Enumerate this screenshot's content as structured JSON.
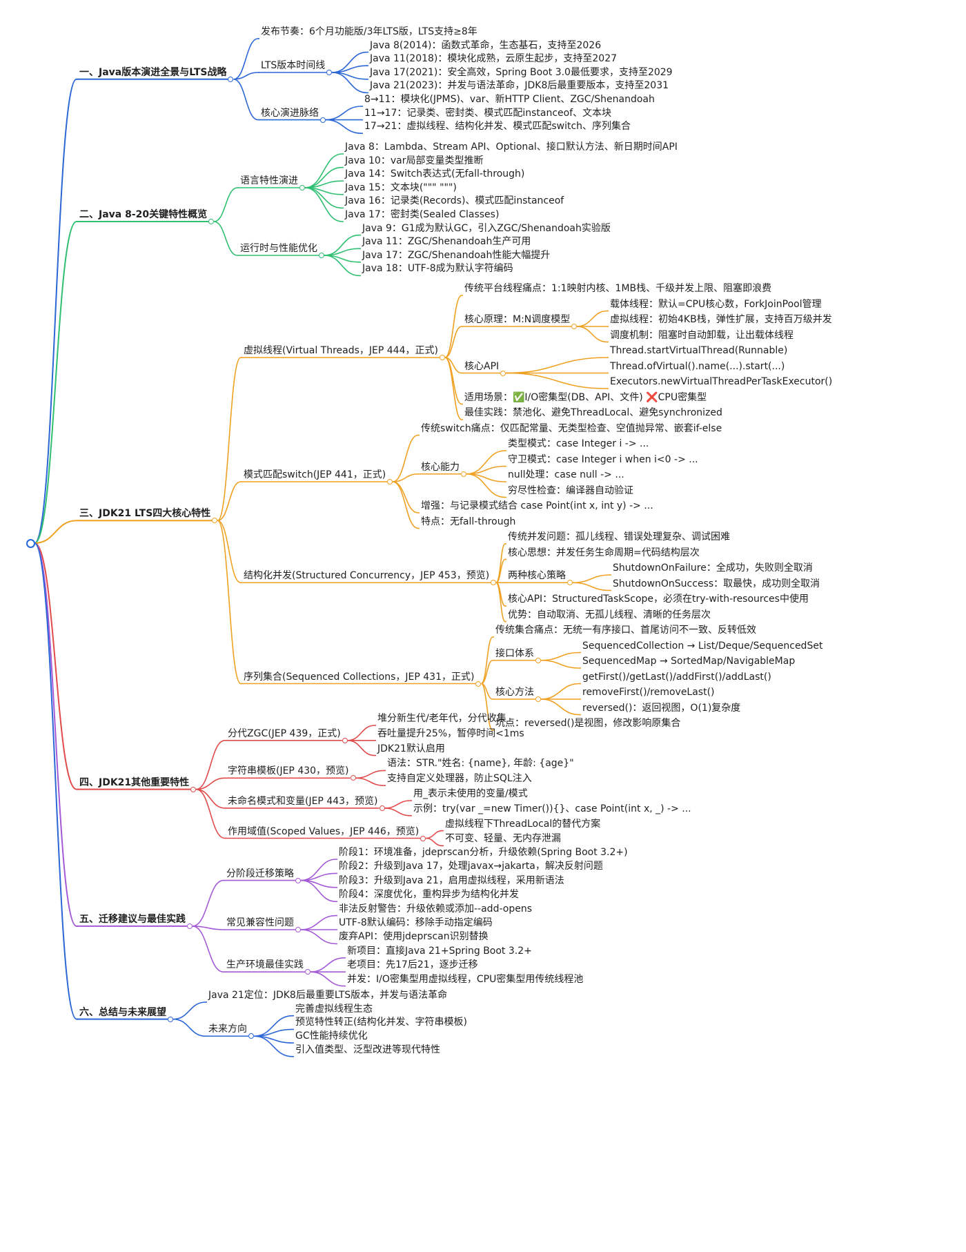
{
  "colors": {
    "blue": "#2b66d6",
    "green": "#2fbf71",
    "orange": "#f0a020",
    "red": "#e04a4a",
    "purple": "#a45ad6"
  },
  "branches": [
    {
      "label": "一、Java版本演进全景与LTS战略",
      "color": "blue",
      "children": [
        {
          "label": "发布节奏：6个月功能版/3年LTS版，LTS支持≥8年"
        },
        {
          "label": "LTS版本时间线",
          "children": [
            {
              "label": "Java 8(2014)：函数式革命，生态基石，支持至2026"
            },
            {
              "label": "Java 11(2018)：模块化成熟，云原生起步，支持至2027"
            },
            {
              "label": "Java 17(2021)：安全高效，Spring Boot 3.0最低要求，支持至2029"
            },
            {
              "label": "Java 21(2023)：并发与语法革命，JDK8后最重要版本，支持至2031"
            }
          ]
        },
        {
          "label": "核心演进脉络",
          "children": [
            {
              "label": "8→11：模块化(JPMS)、var、新HTTP Client、ZGC/Shenandoah"
            },
            {
              "label": "11→17：记录类、密封类、模式匹配instanceof、文本块"
            },
            {
              "label": "17→21：虚拟线程、结构化并发、模式匹配switch、序列集合"
            }
          ]
        }
      ]
    },
    {
      "label": "二、Java 8-20关键特性概览",
      "color": "green",
      "children": [
        {
          "label": "语言特性演进",
          "children": [
            {
              "label": "Java 8：Lambda、Stream API、Optional、接口默认方法、新日期时间API"
            },
            {
              "label": "Java 10：var局部变量类型推断"
            },
            {
              "label": "Java 14：Switch表达式(无fall-through)"
            },
            {
              "label": "Java 15：文本块(\"\"\" \"\"\")"
            },
            {
              "label": "Java 16：记录类(Records)、模式匹配instanceof"
            },
            {
              "label": "Java 17：密封类(Sealed Classes)"
            }
          ]
        },
        {
          "label": "运行时与性能优化",
          "children": [
            {
              "label": "Java 9：G1成为默认GC，引入ZGC/Shenandoah实验版"
            },
            {
              "label": "Java 11：ZGC/Shenandoah生产可用"
            },
            {
              "label": "Java 17：ZGC/Shenandoah性能大幅提升"
            },
            {
              "label": "Java 18：UTF-8成为默认字符编码"
            }
          ]
        }
      ]
    },
    {
      "label": "三、JDK21 LTS四大核心特性",
      "color": "orange",
      "children": [
        {
          "label": "虚拟线程(Virtual Threads，JEP 444，正式)",
          "children": [
            {
              "label": "传统平台线程痛点：1:1映射内核、1MB栈、千级并发上限、阻塞即浪费"
            },
            {
              "label": "核心原理：M:N调度模型",
              "children": [
                {
                  "label": "载体线程：默认=CPU核心数，ForkJoinPool管理"
                },
                {
                  "label": "虚拟线程：初始4KB栈，弹性扩展，支持百万级并发"
                },
                {
                  "label": "调度机制：阻塞时自动卸载，让出载体线程"
                }
              ]
            },
            {
              "label": "核心API",
              "children": [
                {
                  "label": "Thread.startVirtualThread(Runnable)"
                },
                {
                  "label": "Thread.ofVirtual().name(...).start(...)"
                },
                {
                  "label": "Executors.newVirtualThreadPerTaskExecutor()"
                }
              ]
            },
            {
              "label": "适用场景：✅I/O密集型(DB、API、文件) ❌CPU密集型"
            },
            {
              "label": "最佳实践：禁池化、避免ThreadLocal、避免synchronized"
            }
          ]
        },
        {
          "label": "模式匹配switch(JEP 441，正式)",
          "children": [
            {
              "label": "传统switch痛点：仅匹配常量、无类型检查、空值抛异常、嵌套if-else"
            },
            {
              "label": "核心能力",
              "children": [
                {
                  "label": "类型模式：case Integer i -> ..."
                },
                {
                  "label": "守卫模式：case Integer i when i<0 -> ..."
                },
                {
                  "label": "null处理：case null -> ..."
                },
                {
                  "label": "穷尽性检查：编译器自动验证"
                }
              ]
            },
            {
              "label": "增强：与记录模式结合 case Point(int x, int y) -> ..."
            },
            {
              "label": "特点：无fall-through"
            }
          ]
        },
        {
          "label": "结构化并发(Structured Concurrency，JEP 453，预览)",
          "children": [
            {
              "label": "传统并发问题：孤儿线程、错误处理复杂、调试困难"
            },
            {
              "label": "核心思想：并发任务生命周期=代码结构层次"
            },
            {
              "label": "两种核心策略",
              "children": [
                {
                  "label": "ShutdownOnFailure：全成功，失败则全取消"
                },
                {
                  "label": "ShutdownOnSuccess：取最快，成功则全取消"
                }
              ]
            },
            {
              "label": "核心API：StructuredTaskScope，必须在try-with-resources中使用"
            },
            {
              "label": "优势：自动取消、无孤儿线程、清晰的任务层次"
            }
          ]
        },
        {
          "label": "序列集合(Sequenced Collections，JEP 431，正式)",
          "children": [
            {
              "label": "传统集合痛点：无统一有序接口、首尾访问不一致、反转低效"
            },
            {
              "label": "接口体系",
              "children": [
                {
                  "label": "SequencedCollection → List/Deque/SequencedSet"
                },
                {
                  "label": "SequencedMap → SortedMap/NavigableMap"
                }
              ]
            },
            {
              "label": "核心方法",
              "children": [
                {
                  "label": "getFirst()/getLast()/addFirst()/addLast()"
                },
                {
                  "label": "removeFirst()/removeLast()"
                },
                {
                  "label": "reversed()：返回视图，O(1)复杂度"
                }
              ]
            },
            {
              "label": "坑点：reversed()是视图，修改影响原集合"
            }
          ]
        }
      ]
    },
    {
      "label": "四、JDK21其他重要特性",
      "color": "red",
      "children": [
        {
          "label": "分代ZGC(JEP 439，正式)",
          "children": [
            {
              "label": "堆分新生代/老年代，分代收集"
            },
            {
              "label": "吞吐量提升25%，暂停时间<1ms"
            },
            {
              "label": "JDK21默认启用"
            }
          ]
        },
        {
          "label": "字符串模板(JEP 430，预览)",
          "children": [
            {
              "label": "语法：STR.\"姓名: {name}, 年龄: {age}\""
            },
            {
              "label": "支持自定义处理器，防止SQL注入"
            }
          ]
        },
        {
          "label": "未命名模式和变量(JEP 443，预览)",
          "children": [
            {
              "label": "用_表示未使用的变量/模式"
            },
            {
              "label": "示例：try(var _=new Timer()){}、case Point(int x, _) -> ..."
            }
          ]
        },
        {
          "label": "作用域值(Scoped Values，JEP 446，预览)",
          "children": [
            {
              "label": "虚拟线程下ThreadLocal的替代方案"
            },
            {
              "label": "不可变、轻量、无内存泄漏"
            }
          ]
        }
      ]
    },
    {
      "label": "五、迁移建议与最佳实践",
      "color": "purple",
      "children": [
        {
          "label": "分阶段迁移策略",
          "children": [
            {
              "label": "阶段1：环境准备，jdeprscan分析，升级依赖(Spring Boot 3.2+)"
            },
            {
              "label": "阶段2：升级到Java 17，处理javax→jakarta，解决反射问题"
            },
            {
              "label": "阶段3：升级到Java 21，启用虚拟线程，采用新语法"
            },
            {
              "label": "阶段4：深度优化，重构异步为结构化并发"
            }
          ]
        },
        {
          "label": "常见兼容性问题",
          "children": [
            {
              "label": "非法反射警告：升级依赖或添加--add-opens"
            },
            {
              "label": "UTF-8默认编码：移除手动指定编码"
            },
            {
              "label": "废弃API：使用jdeprscan识别替换"
            }
          ]
        },
        {
          "label": "生产环境最佳实践",
          "children": [
            {
              "label": "新项目：直接Java 21+Spring Boot 3.2+"
            },
            {
              "label": "老项目：先17后21，逐步迁移"
            },
            {
              "label": "并发：I/O密集型用虚拟线程，CPU密集型用传统线程池"
            }
          ]
        }
      ]
    },
    {
      "label": "六、总结与未来展望",
      "color": "blue",
      "children": [
        {
          "label": "Java 21定位：JDK8后最重要LTS版本，并发与语法革命"
        },
        {
          "label": "未来方向",
          "children": [
            {
              "label": "完善虚拟线程生态"
            },
            {
              "label": "预览特性转正(结构化并发、字符串模板)"
            },
            {
              "label": "GC性能持续优化"
            },
            {
              "label": "引入值类型、泛型改进等现代特性"
            }
          ]
        }
      ]
    }
  ]
}
